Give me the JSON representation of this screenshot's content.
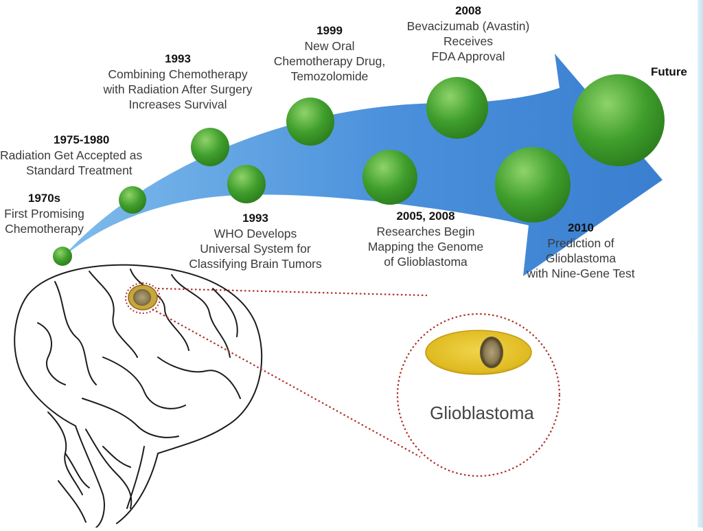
{
  "milestones": [
    {
      "year": "1970s",
      "lines": [
        "First Promising",
        "Chemotherapy"
      ]
    },
    {
      "year": "1975-1980",
      "lines": [
        "Radiation Get Accepted as",
        "Standard Treatment"
      ]
    },
    {
      "year": "1993",
      "lines": [
        "Combining Chemotherapy",
        "with Radiation After Surgery",
        "Increases Survival"
      ]
    },
    {
      "year": "1993",
      "lines": [
        "WHO Develops",
        "Universal System for",
        "Classifying Brain Tumors"
      ]
    },
    {
      "year": "1999",
      "lines": [
        "New Oral",
        "Chemotherapy Drug,",
        "Temozolomide"
      ]
    },
    {
      "year": "2005, 2008",
      "lines": [
        "Researches Begin",
        "Mapping the Genome",
        "of Glioblastoma"
      ]
    },
    {
      "year": "2008",
      "lines": [
        "Bevacizumab (Avastin)",
        "Receives",
        "FDA Approval"
      ]
    },
    {
      "year": "2010",
      "lines": [
        "Prediction of",
        "Glioblastoma",
        "with Nine-Gene Test"
      ]
    }
  ],
  "future_label": "Future",
  "tumor_label": "Glioblastoma",
  "colors": {
    "arrow_light": "#79b6ea",
    "arrow_dark": "#3f86d6",
    "node_green": "#3c9a2a",
    "node_highlight": "#8fd36a",
    "dotted_red": "#b0302a",
    "tumor_yellow": "#e6c22a",
    "tumor_core": "#8a7a52"
  }
}
